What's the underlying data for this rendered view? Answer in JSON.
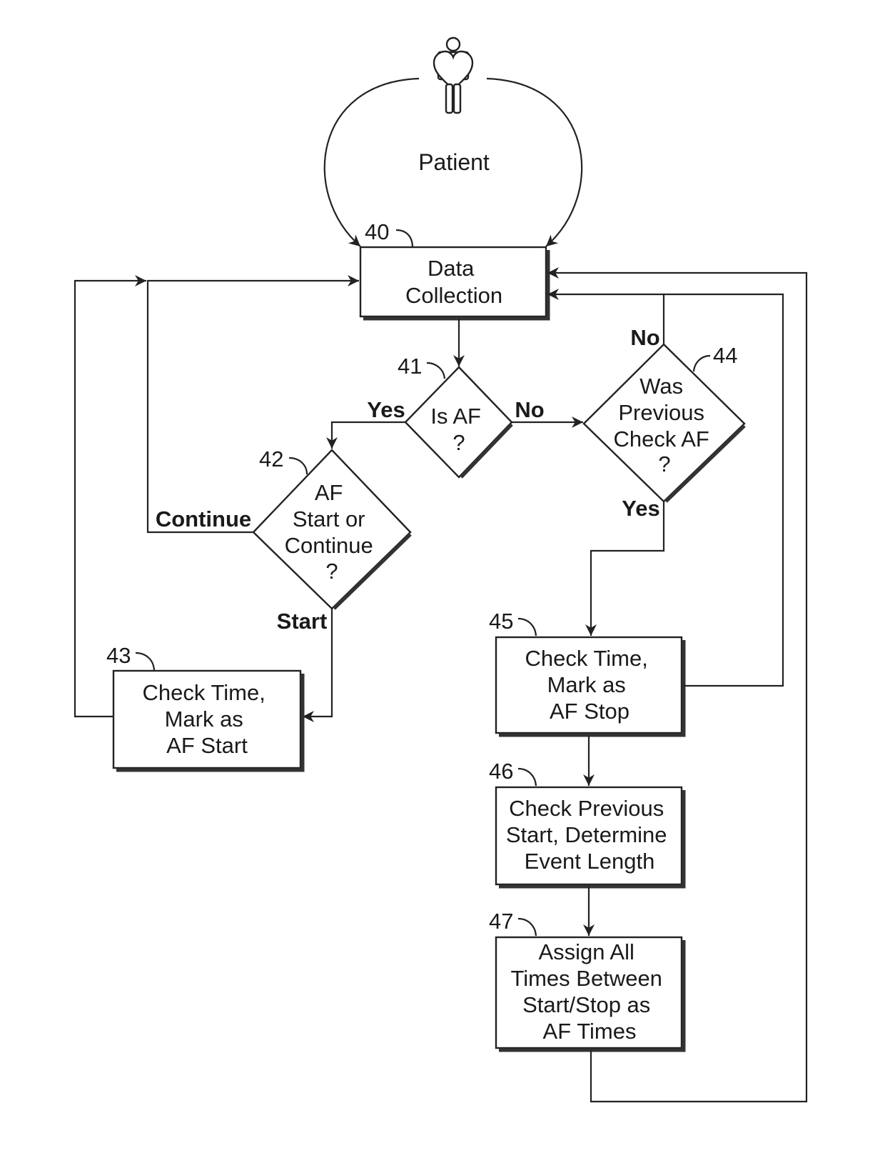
{
  "diagram": {
    "patient": {
      "label": "Patient",
      "icon": "patient-heart-icon"
    },
    "nodes": {
      "n40": {
        "ref": "40",
        "type": "process",
        "lines": [
          "Data",
          "Collection"
        ]
      },
      "n41": {
        "ref": "41",
        "type": "decision",
        "lines": [
          "Is AF",
          "?"
        ]
      },
      "n42": {
        "ref": "42",
        "type": "decision",
        "lines": [
          "AF",
          "Start or",
          "Continue",
          "?"
        ]
      },
      "n43": {
        "ref": "43",
        "type": "process",
        "lines": [
          "Check Time,",
          "Mark as",
          "AF Start"
        ]
      },
      "n44": {
        "ref": "44",
        "type": "decision",
        "lines": [
          "Was",
          "Previous",
          "Check AF",
          "?"
        ]
      },
      "n45": {
        "ref": "45",
        "type": "process",
        "lines": [
          "Check Time,",
          "Mark as",
          "AF Stop"
        ]
      },
      "n46": {
        "ref": "46",
        "type": "process",
        "lines": [
          "Check Previous",
          "Start, Determine",
          "Event Length"
        ]
      },
      "n47": {
        "ref": "47",
        "type": "process",
        "lines": [
          "Assign All",
          "Times Between",
          "Start/Stop as",
          "AF Times"
        ]
      }
    },
    "edge_labels": {
      "n41_yes": "Yes",
      "n41_no": "No",
      "n42_continue": "Continue",
      "n42_start": "Start",
      "n44_no": "No",
      "n44_yes": "Yes"
    },
    "edges": [
      {
        "from": "patient",
        "to": "n40"
      },
      {
        "from": "n40",
        "to": "n41"
      },
      {
        "from": "n41",
        "to": "n42",
        "label": "Yes"
      },
      {
        "from": "n41",
        "to": "n44",
        "label": "No"
      },
      {
        "from": "n42",
        "to": "n40",
        "label": "Continue"
      },
      {
        "from": "n42",
        "to": "n43",
        "label": "Start"
      },
      {
        "from": "n43",
        "to": "n40"
      },
      {
        "from": "n44",
        "to": "n40",
        "label": "No"
      },
      {
        "from": "n44",
        "to": "n45",
        "label": "Yes"
      },
      {
        "from": "n45",
        "to": "n40"
      },
      {
        "from": "n45",
        "to": "n46"
      },
      {
        "from": "n46",
        "to": "n47"
      },
      {
        "from": "n47",
        "to": "n40"
      }
    ]
  }
}
